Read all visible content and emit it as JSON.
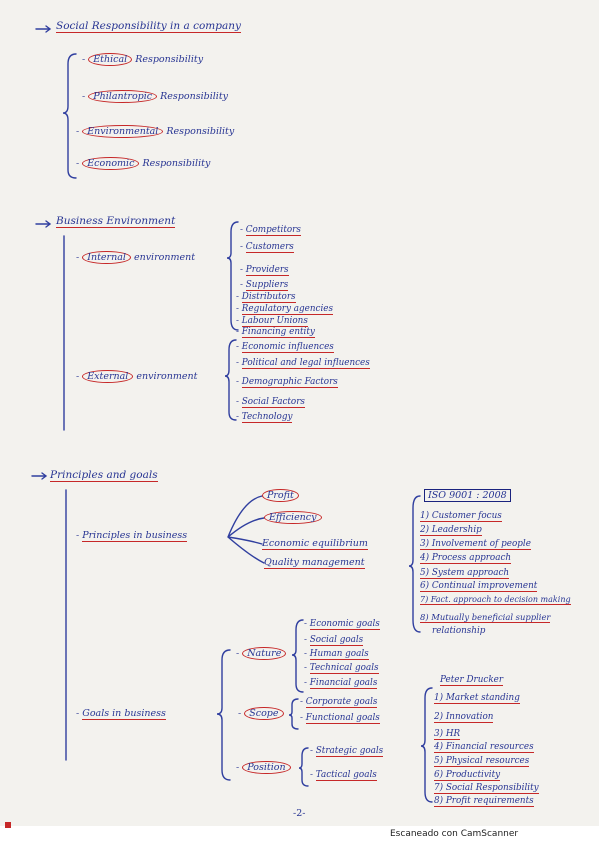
{
  "page_number": "-2-",
  "footer": "Escaneado con CamScanner",
  "colors": {
    "ink": "#283593",
    "underline": "#c62828",
    "paper": "#f3f2ee"
  },
  "social": {
    "title": "Social Responsibility in a company",
    "items": [
      "Ethical",
      "Philantropic",
      "Environmental",
      "Economic"
    ],
    "suffixes": [
      "Responsibility",
      "Responsibility",
      "Responsibility",
      "Responsibility"
    ]
  },
  "business": {
    "title": "Business Environment",
    "internal": {
      "label": "Internal",
      "suffix": "environment",
      "items": [
        "Competitors",
        "Customers",
        "Providers",
        "Suppliers",
        "Distributors",
        "Regulatory agencies",
        "Labour Unions",
        "Financing entity"
      ]
    },
    "external": {
      "label": "External",
      "suffix": "environment",
      "items": [
        "Economic influences",
        "Political and legal influences",
        "Demographic Factors",
        "Social Factors",
        "Technology"
      ]
    }
  },
  "principles": {
    "title": "Principles and goals",
    "business_label": "Principles in business",
    "items": [
      "Profit",
      "Efficiency",
      "Economic equilibrium",
      "Quality management"
    ],
    "iso": {
      "title": "ISO 9001 : 2008",
      "items": [
        "1) Customer focus",
        "2) Leadership",
        "3) Involvement of people",
        "4) Process approach",
        "5) System approach",
        "6) Continual improvement",
        "7) Fact. approach to decision making",
        "8) Mutually beneficial supplier",
        "relationship"
      ]
    }
  },
  "goals": {
    "label": "Goals in business",
    "nature": {
      "label": "Nature",
      "items": [
        "Economic goals",
        "Social goals",
        "Human goals",
        "Technical goals",
        "Financial goals"
      ]
    },
    "scope": {
      "label": "Scope",
      "items": [
        "Corporate goals",
        "Functional goals"
      ]
    },
    "position": {
      "label": "Position",
      "items": [
        "Strategic goals",
        "Tactical goals"
      ]
    },
    "drucker": {
      "title": "Peter Drucker",
      "items": [
        "1) Market standing",
        "2) Innovation",
        "3) HR",
        "4) Financial resources",
        "5) Physical resources",
        "6) Productivity",
        "7) Social Responsibility",
        "8) Profit requirements"
      ]
    }
  }
}
